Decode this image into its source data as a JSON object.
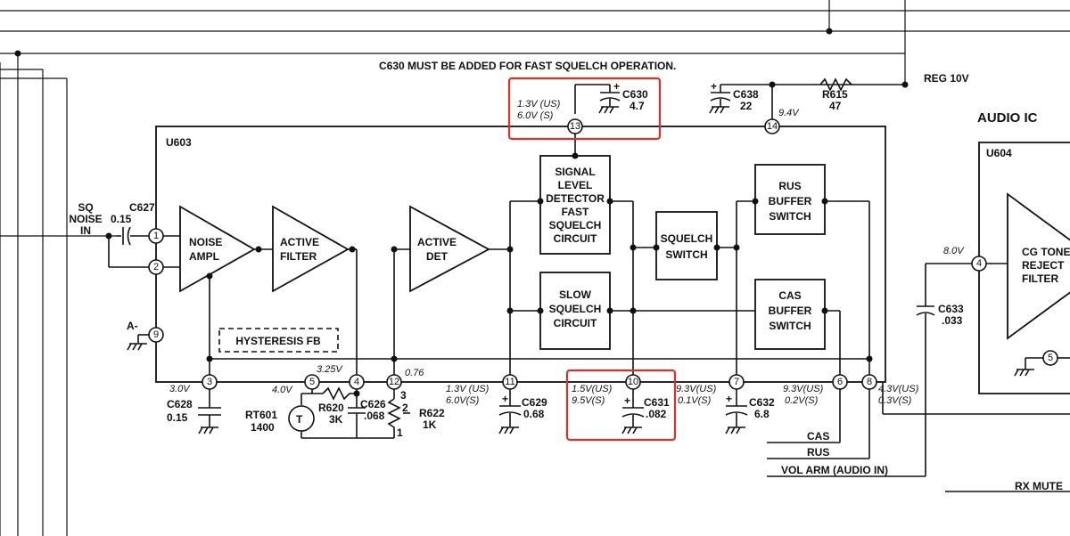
{
  "note": "C630 MUST BE ADDED FOR FAST SQUELCH OPERATION.",
  "ic": {
    "u603": "U603",
    "u604": "U604",
    "audio_ic": "AUDIO IC"
  },
  "blocks": {
    "noise_ampl": [
      "NOISE",
      "AMPL"
    ],
    "active_filter": [
      "ACTIVE",
      "FILTER"
    ],
    "active_det": [
      "ACTIVE",
      "DET"
    ],
    "signal_level": [
      "SIGNAL",
      "LEVEL",
      "DETECTOR",
      "FAST",
      "SQUELCH",
      "CIRCUIT"
    ],
    "slow_squelch": [
      "SLOW",
      "SQUELCH",
      "CIRCUIT"
    ],
    "squelch_switch": [
      "SQUELCH",
      "SWITCH"
    ],
    "rus_buffer": [
      "RUS",
      "BUFFER",
      "SWITCH"
    ],
    "cas_buffer": [
      "CAS",
      "BUFFER",
      "SWITCH"
    ],
    "cg_tone": [
      "CG TONE",
      "REJECT",
      "FILTER"
    ],
    "hysteresis": "HYSTERESIS FB"
  },
  "pins": [
    "1",
    "2",
    "9",
    "3",
    "5",
    "4",
    "12",
    "11",
    "10",
    "7",
    "6",
    "8",
    "13",
    "14",
    "4",
    "5"
  ],
  "components": {
    "c627": [
      "C627",
      "0.15"
    ],
    "input": [
      "SQ",
      "NOISE",
      "IN"
    ],
    "a_minus": "A-",
    "c628": [
      "C628",
      "0.15"
    ],
    "rt601": [
      "RT601",
      "1400"
    ],
    "r620": [
      "R620",
      "3K"
    ],
    "c626": [
      "C626",
      ".068"
    ],
    "r622": [
      "R622",
      "1K"
    ],
    "pot_pins": [
      "3",
      "2",
      "1"
    ],
    "c629": [
      "C629",
      "0.68"
    ],
    "c631": [
      "C631",
      ".082"
    ],
    "c632": [
      "C632",
      "6.8"
    ],
    "c630": [
      "C630",
      "4.7"
    ],
    "c638": [
      "C638",
      "22"
    ],
    "r615": [
      "R615",
      "47"
    ],
    "c633": [
      "C633",
      ".033"
    ]
  },
  "voltages": {
    "v30": "3.0V",
    "v325": "3.25V",
    "v40": "4.0V",
    "v076": "0.76",
    "p11": [
      "1.3V (US)",
      "6.0V(S)"
    ],
    "p10": [
      "1.5V(US)",
      "9.5V(S)"
    ],
    "p7": [
      "9.3V(US)",
      "0.1V(S)"
    ],
    "p6": [
      "9.3V(US)",
      "0.2V(S)"
    ],
    "p8": [
      "4.3V(US)",
      "0.3V(S)"
    ],
    "p13": [
      "1.3V (US)",
      "6.0V (S)"
    ],
    "p14": "9.4V",
    "audio_in": "8.0V"
  },
  "signals": {
    "reg": "REG 10V",
    "cas": "CAS",
    "rus": "RUS",
    "vol_arm": "VOL ARM (AUDIO IN)",
    "rx_mute": "RX MUTE"
  },
  "highlights": [
    "C630 region",
    "C631 region"
  ],
  "colors": {
    "ink": "#111111",
    "highlight": "#d9302a",
    "paper": "#ffffff"
  }
}
